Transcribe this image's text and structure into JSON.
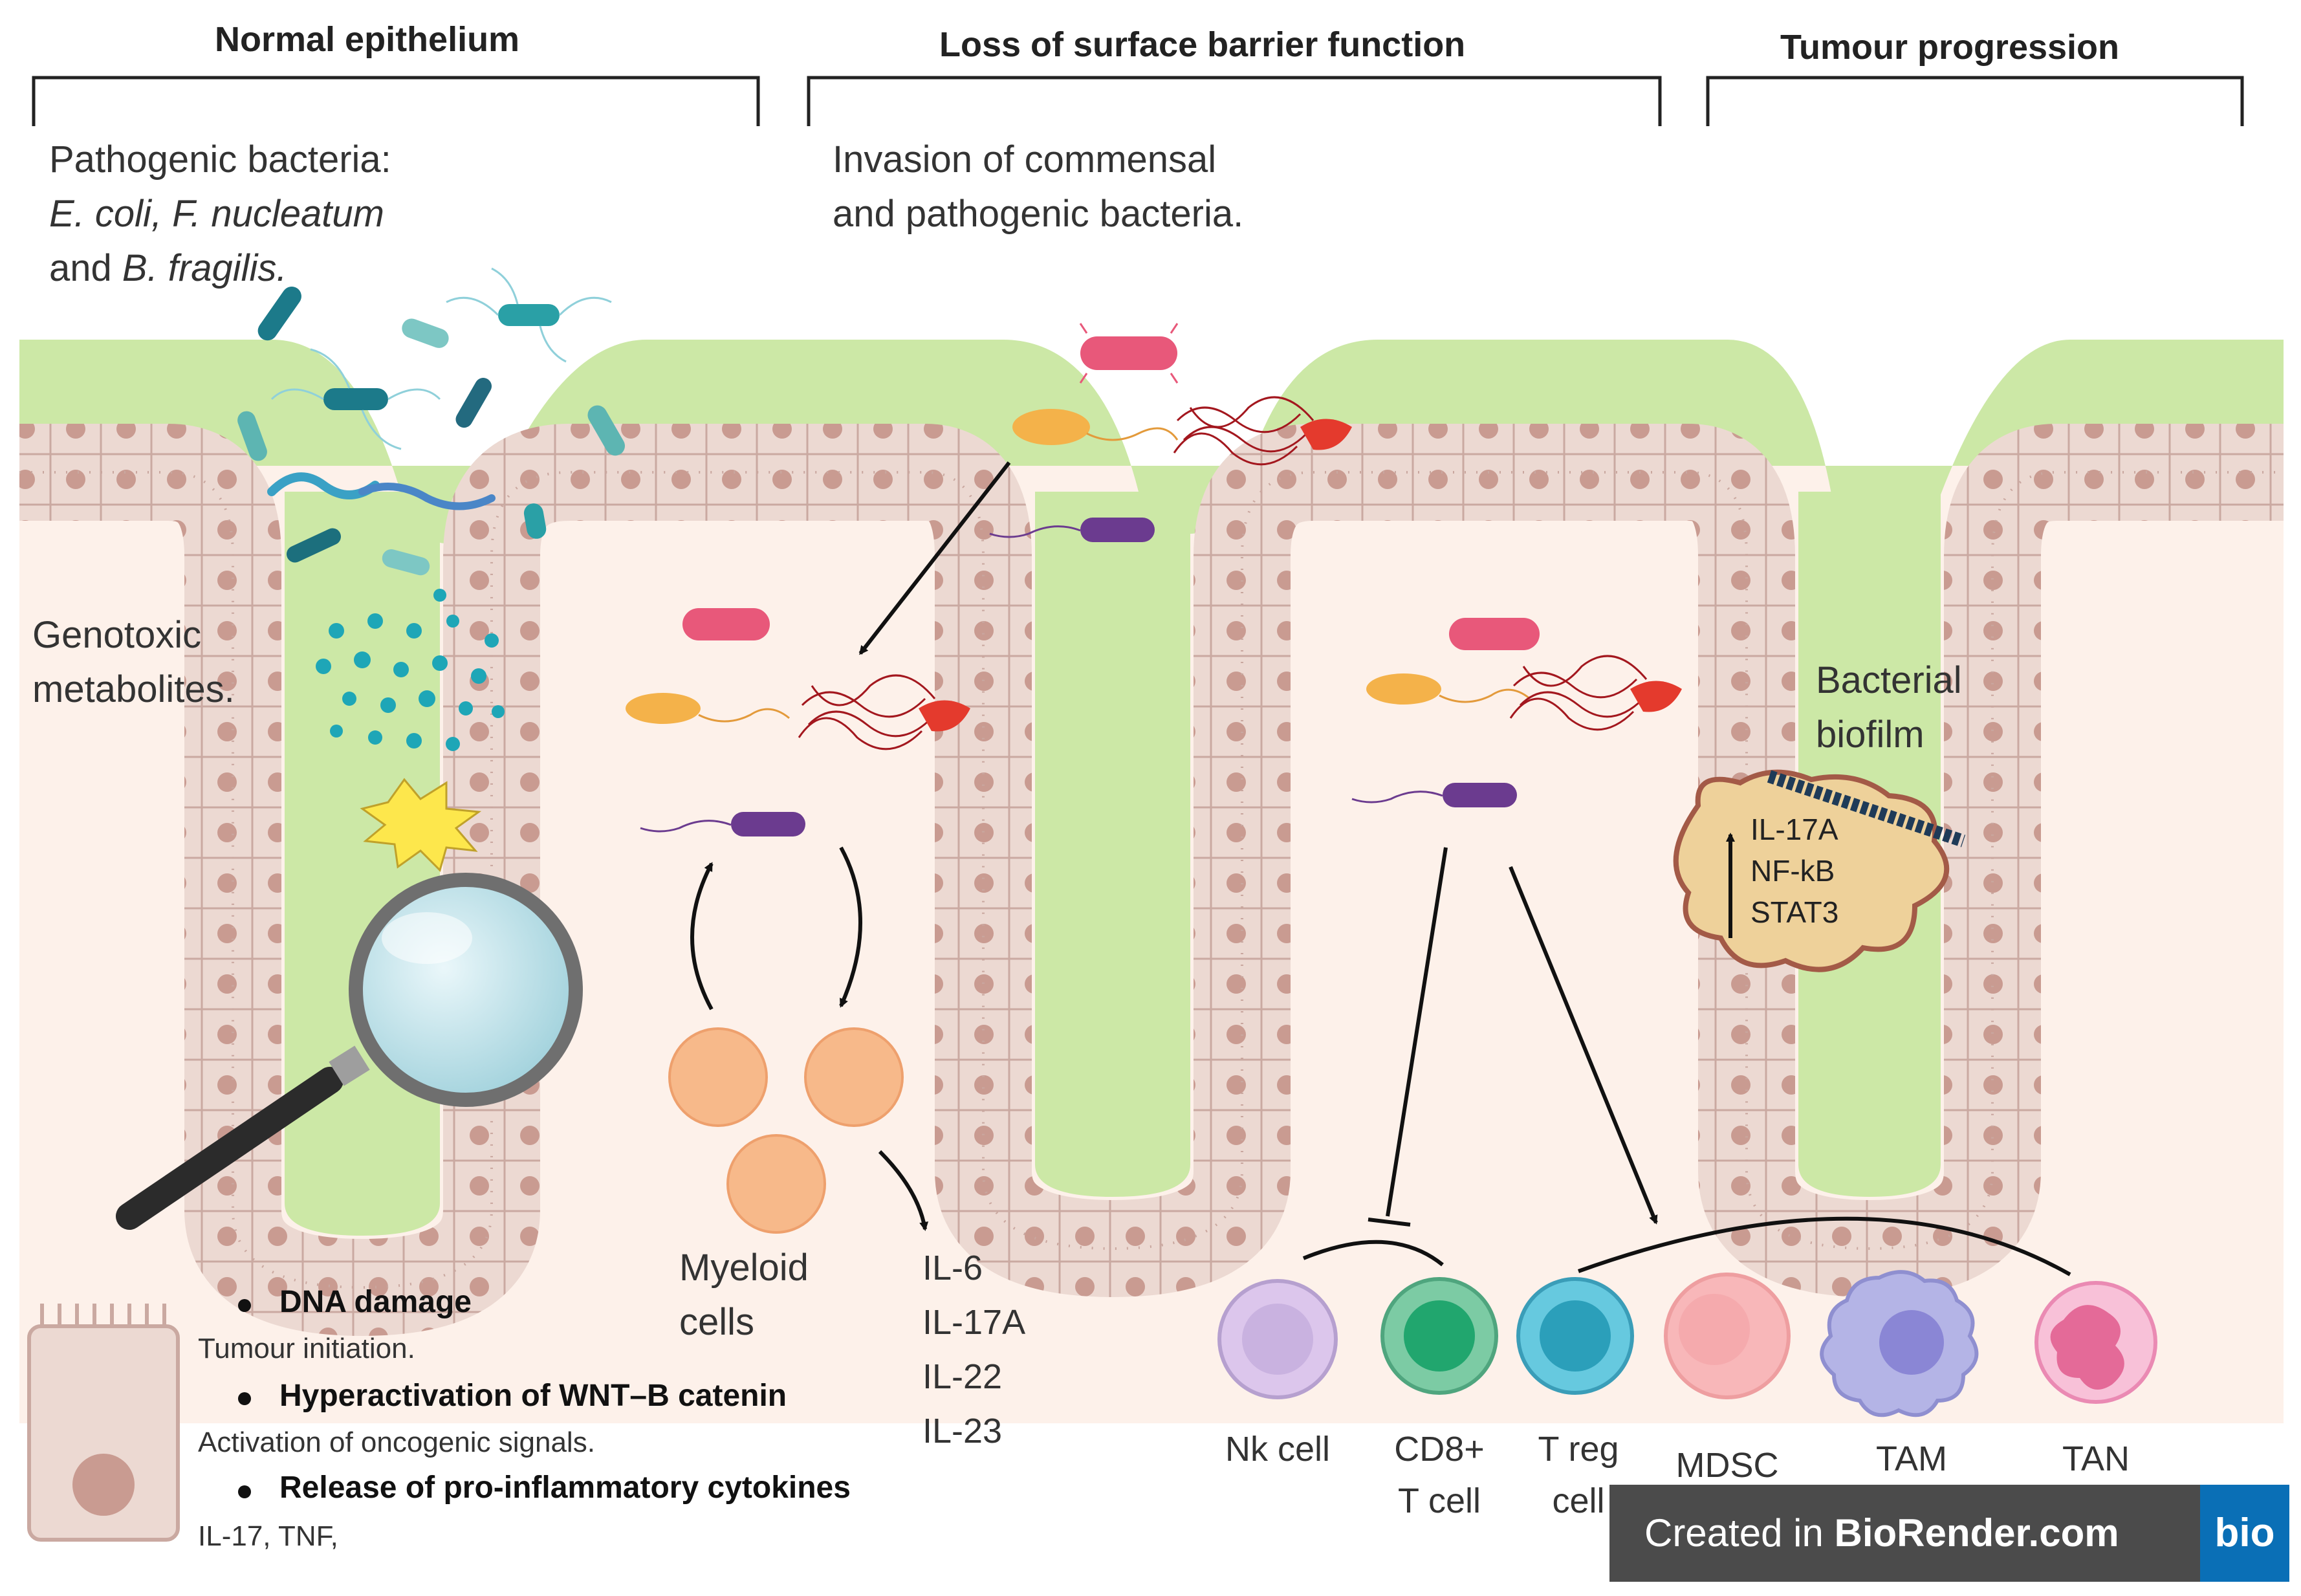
{
  "sections": {
    "normal": "Normal epithelium",
    "loss": "Loss of surface barrier function",
    "tumour": "Tumour progression"
  },
  "labels": {
    "pathogenic_line1": "Pathogenic bacteria:",
    "pathogenic_line2": "E. coli, F. nucleatum",
    "pathogenic_line3_pre": "and ",
    "pathogenic_line3_italic": "B. fragilis.",
    "invasion_line1": "Invasion of commensal",
    "invasion_line2": "and pathogenic bacteria.",
    "genotoxic_line1": "Genotoxic",
    "genotoxic_line2": "metabolites.",
    "biofilm_line1": "Bacterial",
    "biofilm_line2": "biofilm",
    "myeloid_line1": "Myeloid",
    "myeloid_line2": "cells"
  },
  "biofilm_signals": [
    "IL-17A",
    "NF-kB",
    "STAT3"
  ],
  "cytokines": [
    "IL-6",
    "IL-17A",
    "IL-22",
    "IL-23"
  ],
  "immune_cells": {
    "nk": "Nk cell",
    "cd8_line1": "CD8+",
    "cd8_line2": "T cell",
    "treg_line1": "T reg",
    "treg_line2": "cell",
    "mdsc": "MDSC",
    "tam": "TAM",
    "tan": "TAN"
  },
  "bullets": [
    {
      "heading": "DNA damage",
      "sub": "Tumour initiation."
    },
    {
      "heading": "Hyperactivation of WNT–B catenin",
      "sub": "Activation of oncogenic signals."
    },
    {
      "heading": "Release of pro-inflammatory cytokines",
      "sub": "IL-17, TNF,"
    }
  ],
  "footer": {
    "prefix": "Created in ",
    "brand": "BioRender.com",
    "logo": "bio"
  },
  "colors": {
    "mucus": "#cce8a6",
    "lumen": "#fdf1ea",
    "epithelium": "#ecd9d2",
    "nucleus": "#c99b91",
    "footer_bg": "#4b4b4b",
    "logo_bg": "#0a6fb6"
  }
}
